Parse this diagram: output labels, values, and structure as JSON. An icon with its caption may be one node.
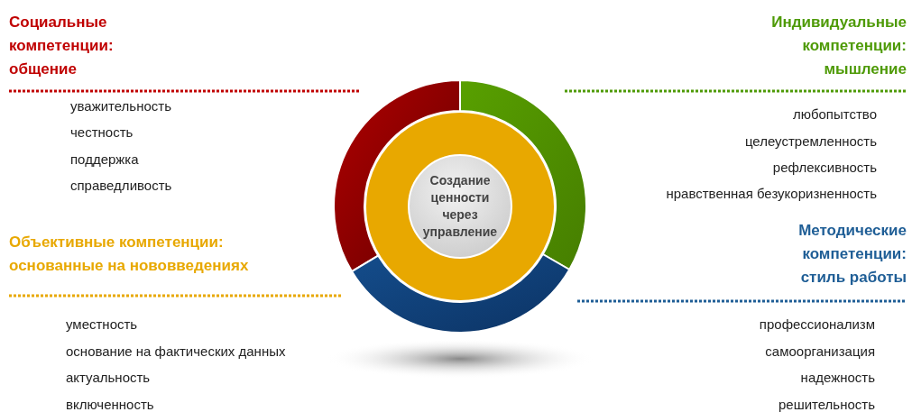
{
  "diagram": {
    "nodes": [
      {
        "text": [],
        "shape": "arc"
      },
      {
        "text": [],
        "shape": "arc"
      },
      {
        "text": [],
        "shape": "arc"
      },
      {
        "text": [],
        "shape": "ring"
      },
      {
        "text": [
          "Создание ценности через управление"
        ],
        "in": 3
      }
    ],
    "labels": [
      "Социальные компетенции: общение",
      "уважительность",
      "честность",
      "поддержка",
      "справедливость",
      "Индивидуальные компетенции: мышление",
      "любопытство",
      "целеустремленность",
      "рефлексивность",
      "нравственная безукоризненность",
      "Объективные компетенции: основанные на нововведениях",
      "уместность",
      "основание на фактических данных",
      "актуальность",
      "включенность",
      "Методические компетенции: стиль работы",
      "профессионализм",
      "самоорганизация",
      "надежность",
      "решительность"
    ]
  }
}
